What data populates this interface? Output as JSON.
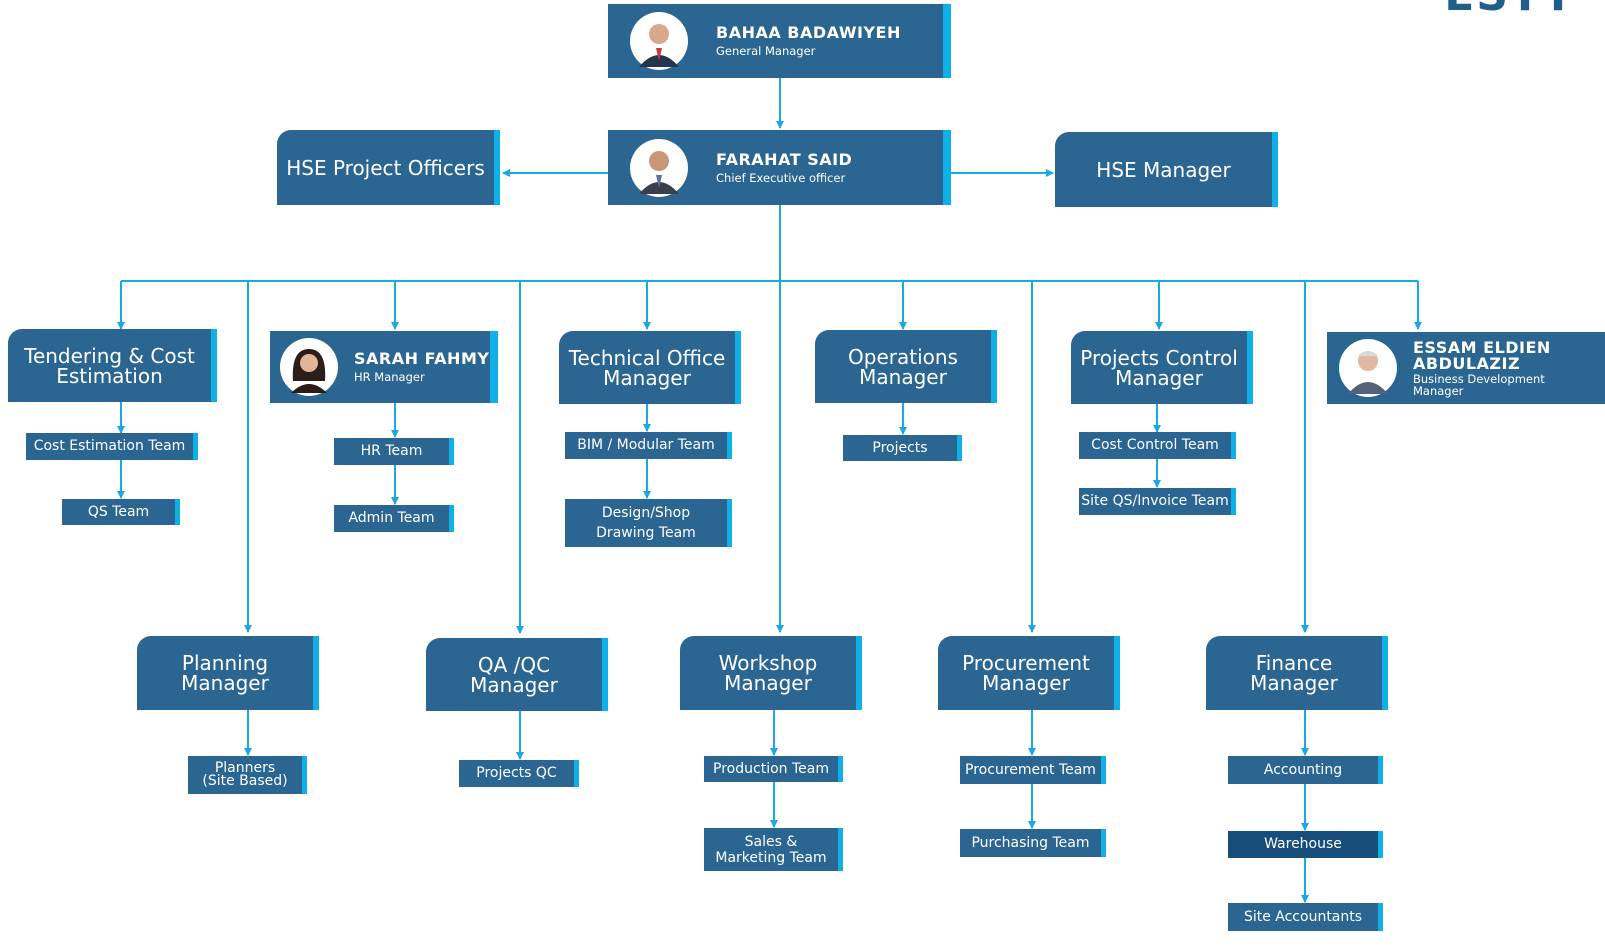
{
  "corner_text": "ESTT",
  "general_manager": {
    "name": "BAHAA BADAWIYEH",
    "title": "General Manager"
  },
  "ceo": {
    "name": "FARAHAT SAID",
    "title": "Chief Executive officer"
  },
  "hse_project_officers": "HSE Project Officers",
  "hse_manager": "HSE Manager",
  "tendering": {
    "title": "Tendering & Cost Estimation",
    "teams": [
      "Cost Estimation Team",
      "QS Team"
    ]
  },
  "hr": {
    "name": "SARAH FAHMY",
    "title": "HR Manager",
    "teams": [
      "HR Team",
      "Admin Team"
    ]
  },
  "technical_office": {
    "title": "Technical Office Manager",
    "teams": [
      "BIM / Modular Team",
      "Design/Shop Drawing Team"
    ]
  },
  "operations": {
    "title": "Operations Manager",
    "teams": [
      "Projects"
    ]
  },
  "projects_control": {
    "title": "Projects Control Manager",
    "teams": [
      "Cost Control Team",
      "Site QS/Invoice Team"
    ]
  },
  "business_development": {
    "name": "ESSAM ELDIEN ABDULAZIZ",
    "title": "Business Development Manager"
  },
  "planning": {
    "title": "Planning Manager",
    "teams": [
      "Planners (Site Based)"
    ]
  },
  "qa_qc": {
    "title": "QA /QC Manager",
    "teams": [
      "Projects QC"
    ]
  },
  "workshop": {
    "title": "Workshop Manager",
    "teams": [
      "Production Team",
      "Sales & Marketing Team"
    ]
  },
  "procurement": {
    "title": "Procurement Manager",
    "teams": [
      "Procurement Team",
      "Purchasing Team"
    ]
  },
  "finance": {
    "title": "Finance Manager",
    "teams": [
      "Accounting",
      "Warehouse",
      "Site Accountants"
    ]
  },
  "colors": {
    "box": "#2b6591",
    "accent": "#0fb0e8",
    "connector": "#1aa9e6",
    "dark_box": "#174d7a"
  }
}
